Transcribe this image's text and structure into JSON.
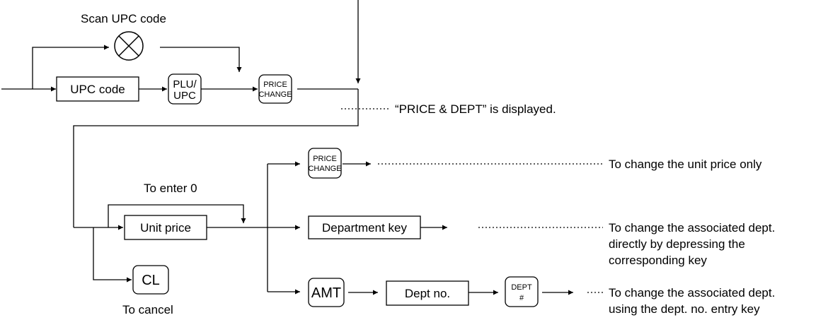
{
  "scan_label": "Scan UPC code",
  "nodes": {
    "upc_code": "UPC code",
    "plu_key_line1": "PLU/",
    "plu_key_line2": "UPC",
    "price_change_key_line1": "PRICE",
    "price_change_key_line2": "CHANGE",
    "unit_price": "Unit price",
    "department_key": "Department key",
    "cl_key": "CL",
    "amt_key": "AMT",
    "dept_no": "Dept no.",
    "dept_key_line1": "DEPT",
    "dept_key_line2": "#"
  },
  "notes": {
    "displayed": "“PRICE & DEPT” is displayed.",
    "to_enter_0": "To enter 0",
    "to_cancel": "To cancel",
    "change_unit_price": "To change the unit price only",
    "change_dept_direct_1": "To change the associated dept.",
    "change_dept_direct_2": "directly by depressing the",
    "change_dept_direct_3": "corresponding key",
    "change_dept_entry_1": "To change the associated dept.",
    "change_dept_entry_2": "using the dept. no. entry key"
  }
}
